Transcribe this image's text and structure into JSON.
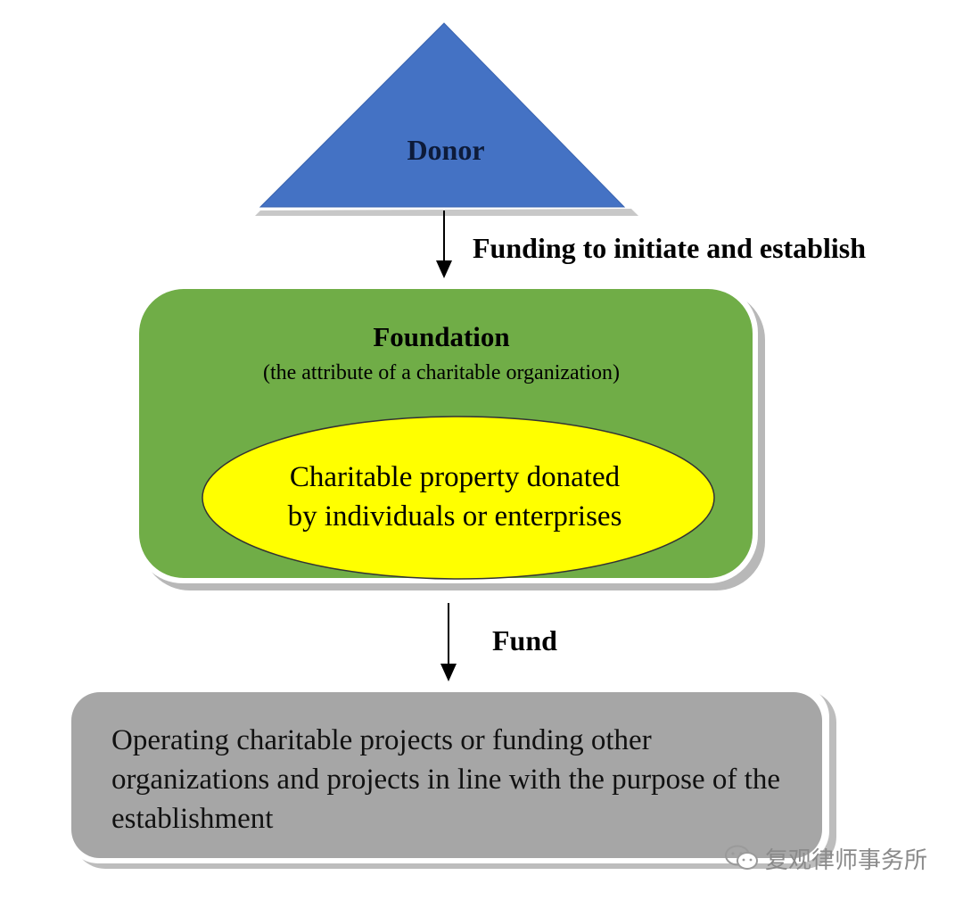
{
  "colors": {
    "donor_fill": "#4472c4",
    "foundation_fill": "#70ad47",
    "property_fill": "#ffff00",
    "projects_fill": "#a6a6a6"
  },
  "donor": {
    "label": "Donor"
  },
  "arrow1": {
    "label": "Funding to initiate and establish"
  },
  "foundation": {
    "title": "Foundation",
    "subtitle": "(the attribute of a charitable organization)"
  },
  "property": {
    "line1": "Charitable property donated",
    "line2": "by individuals or enterprises"
  },
  "arrow2": {
    "label": "Fund"
  },
  "projects": {
    "text": "Operating charitable projects or funding other organizations and projects in line with the purpose of the establishment"
  },
  "watermark": {
    "text": "复观律师事务所",
    "icon": "wechat-icon"
  }
}
